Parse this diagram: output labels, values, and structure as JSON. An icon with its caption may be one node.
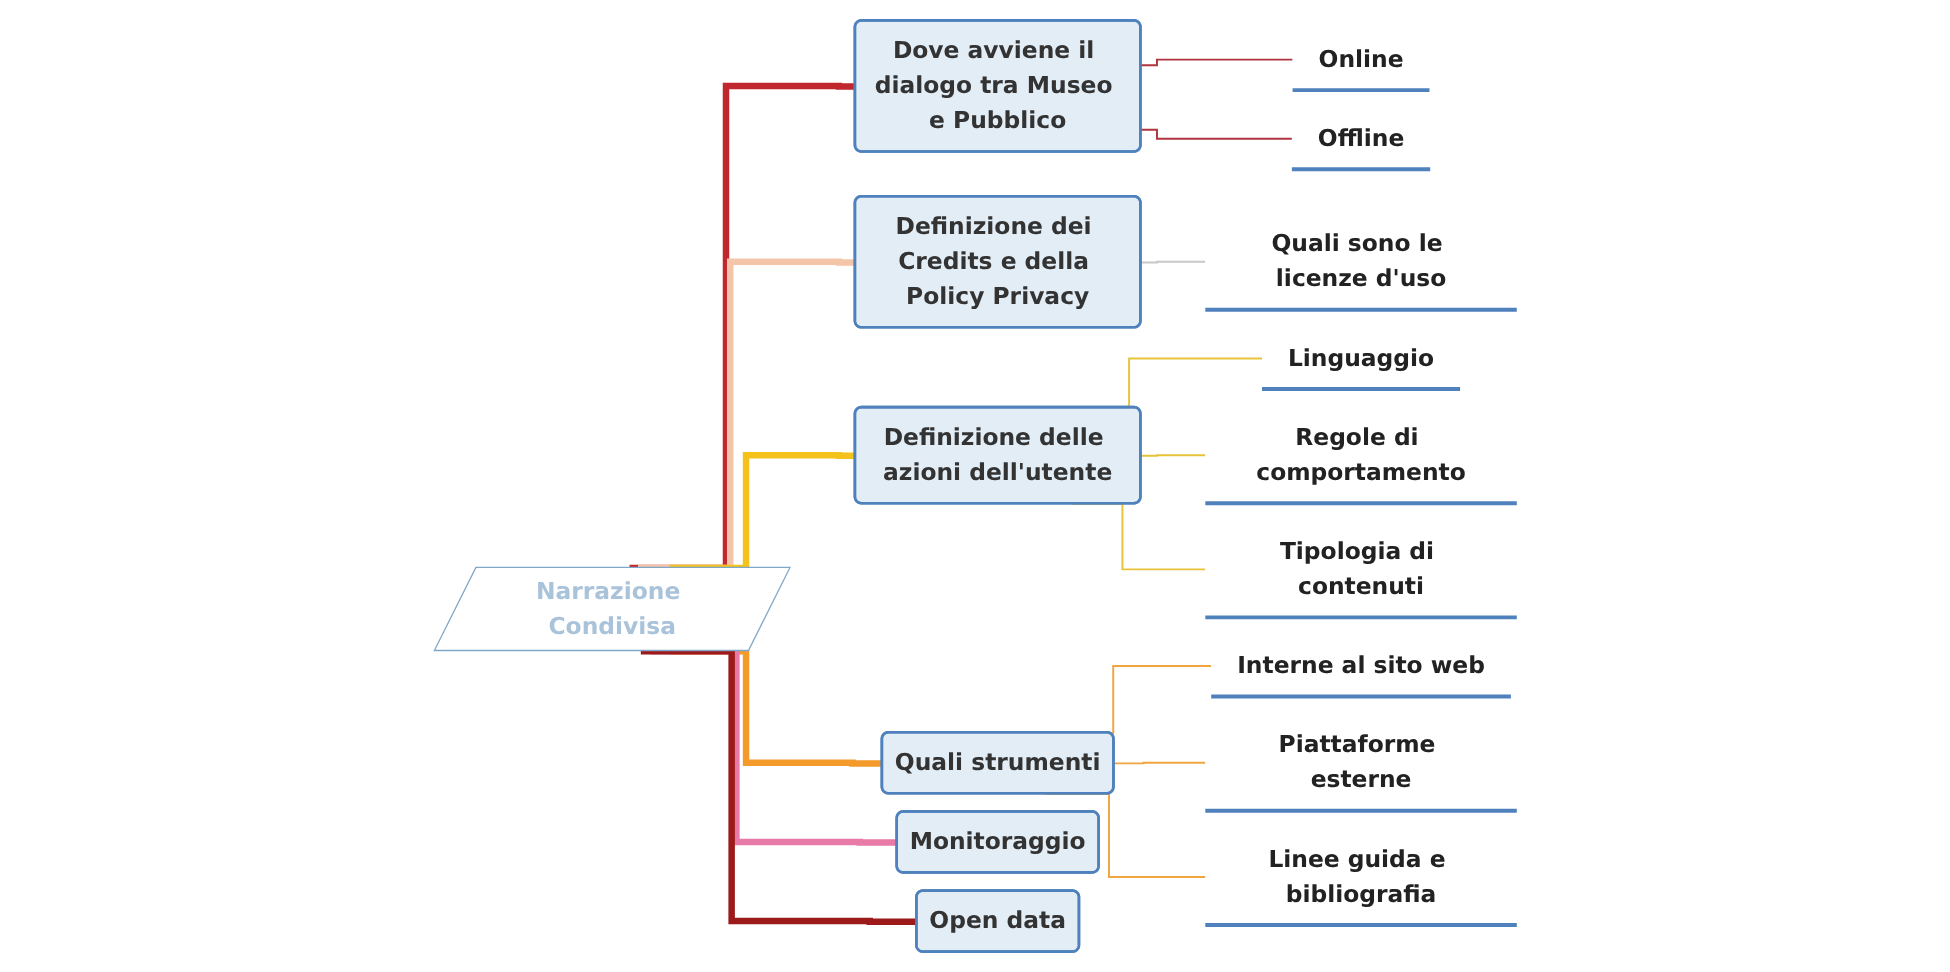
{
  "diagram": {
    "nodes": [
      {
        "text": [
          "Narrazione Condivisa"
        ]
      },
      {
        "text": [
          "Dove avviene il dialogo tra Museo e Pubblico"
        ]
      },
      {
        "text": [
          "Online"
        ]
      },
      {
        "text": [
          "Offline"
        ]
      },
      {
        "text": [
          "Definizione dei Credits e della Policy Privacy"
        ]
      },
      {
        "text": [
          "Quali sono le licenze d'uso"
        ]
      },
      {
        "text": [
          "Definizione delle azioni dell'utente"
        ]
      },
      {
        "text": [
          "Linguaggio"
        ]
      },
      {
        "text": [
          "Regole di comportamento"
        ]
      },
      {
        "text": [
          "Tipologia di contenuti"
        ]
      },
      {
        "text": [
          "Quali strumenti"
        ]
      },
      {
        "text": [
          "Interne al sito web"
        ]
      },
      {
        "text": [
          "Piattaforme esterne"
        ]
      },
      {
        "text": [
          "Linee guida e bibliografia"
        ]
      },
      {
        "text": [
          "Monitoraggio"
        ]
      },
      {
        "text": [
          "Open data"
        ]
      }
    ],
    "edges": [
      {
        "from": 0,
        "to": 1,
        "arrow": "none",
        "style": "thick",
        "color": "#c0282d"
      },
      {
        "from": 1,
        "to": 2,
        "arrow": "none",
        "color": "#b0343f"
      },
      {
        "from": 1,
        "to": 3,
        "arrow": "none",
        "color": "#b0343f"
      },
      {
        "from": 0,
        "to": 4,
        "arrow": "none",
        "style": "thick",
        "color": "#f4c5a8"
      },
      {
        "from": 4,
        "to": 5,
        "arrow": "none",
        "color": "#c8c8c8"
      },
      {
        "from": 0,
        "to": 6,
        "arrow": "none",
        "style": "thick",
        "color": "#f5c21b"
      },
      {
        "from": 6,
        "to": 7,
        "arrow": "none",
        "color": "#e8c33a"
      },
      {
        "from": 6,
        "to": 8,
        "arrow": "none",
        "color": "#e8c33a"
      },
      {
        "from": 6,
        "to": 9,
        "arrow": "none",
        "color": "#e8c33a"
      },
      {
        "from": 0,
        "to": 10,
        "arrow": "none",
        "style": "thick",
        "color": "#f39a2b"
      },
      {
        "from": 10,
        "to": 11,
        "arrow": "none",
        "color": "#f0a640"
      },
      {
        "from": 10,
        "to": 12,
        "arrow": "none",
        "color": "#f0a640"
      },
      {
        "from": 10,
        "to": 13,
        "arrow": "none",
        "color": "#f0a640"
      },
      {
        "from": 0,
        "to": 14,
        "arrow": "none",
        "style": "thick",
        "color": "#e87aa8"
      },
      {
        "from": 0,
        "to": 15,
        "arrow": "none",
        "style": "thick",
        "color": "#9c1a1a"
      }
    ]
  }
}
